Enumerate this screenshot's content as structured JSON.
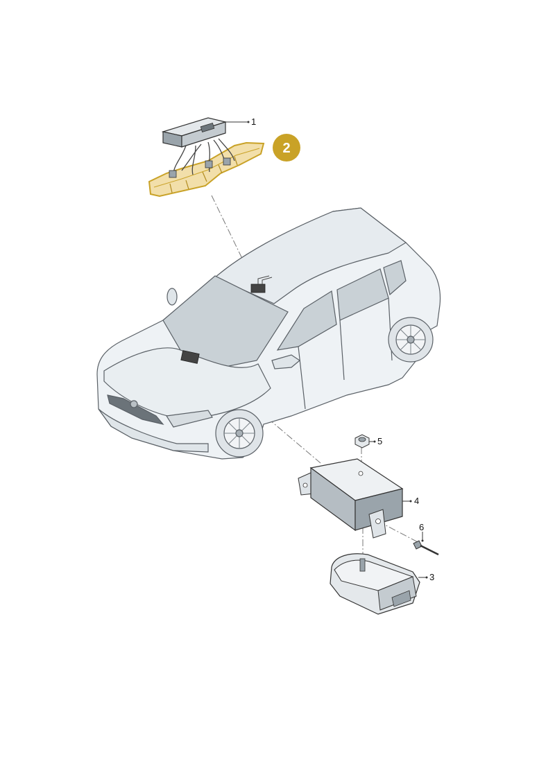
{
  "callouts": {
    "c1": "1",
    "c2": "2",
    "c3": "3",
    "c4": "4",
    "c5": "5",
    "c6": "6"
  },
  "colors": {
    "highlight": "#c9a227",
    "highlight_fill": "#f2dfaa",
    "car_fill": "#eef2f5",
    "glass": "#c9d1d6",
    "line": "#555555"
  }
}
